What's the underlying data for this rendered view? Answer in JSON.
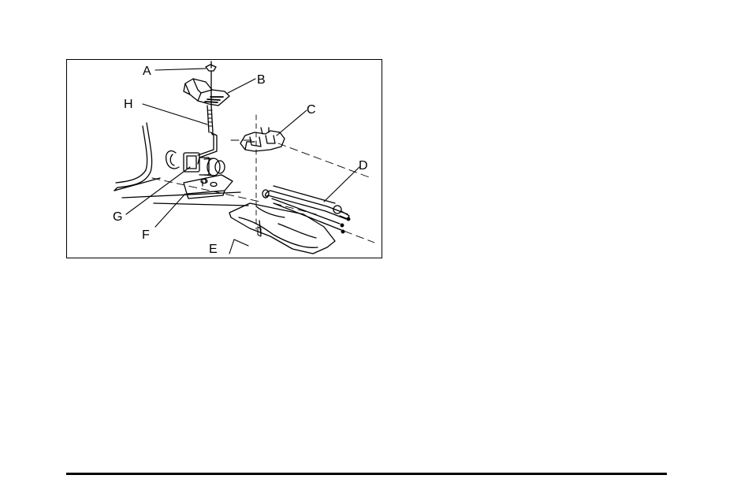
{
  "figure": {
    "callouts": {
      "a": "A",
      "b": "B",
      "c": "C",
      "d": "D",
      "e": "E",
      "f": "F",
      "g": "G",
      "h": "H"
    }
  },
  "colors": {
    "ink": "#000000",
    "background": "#ffffff"
  }
}
